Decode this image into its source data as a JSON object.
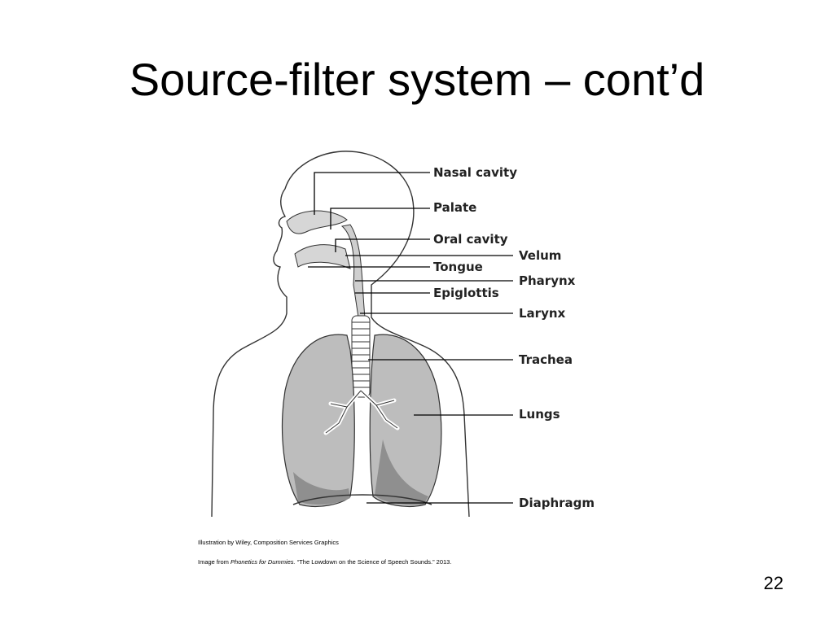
{
  "slide": {
    "title": "Source-filter system – cont’d",
    "page_number": "22"
  },
  "diagram": {
    "labels": {
      "nasal_cavity": "Nasal cavity",
      "palate": "Palate",
      "oral_cavity": "Oral cavity",
      "velum": "Velum",
      "tongue": "Tongue",
      "pharynx": "Pharynx",
      "epiglottis": "Epiglottis",
      "larynx": "Larynx",
      "trachea": "Trachea",
      "lungs": "Lungs",
      "diaphragm": "Diaphragm"
    },
    "colors": {
      "lung_fill": "#bdbdbd",
      "lung_dark": "#8f8f8f",
      "airway_fill": "#d6d6d6",
      "outline": "#333333"
    }
  },
  "credits": {
    "line1": "Illustration by Wiley, Composition Services Graphics",
    "line2_prefix": "Image from ",
    "line2_italic": "Phonetics for Dummies.",
    "line2_suffix": " “The Lowdown on the Science of Speech Sounds.” 2013."
  }
}
